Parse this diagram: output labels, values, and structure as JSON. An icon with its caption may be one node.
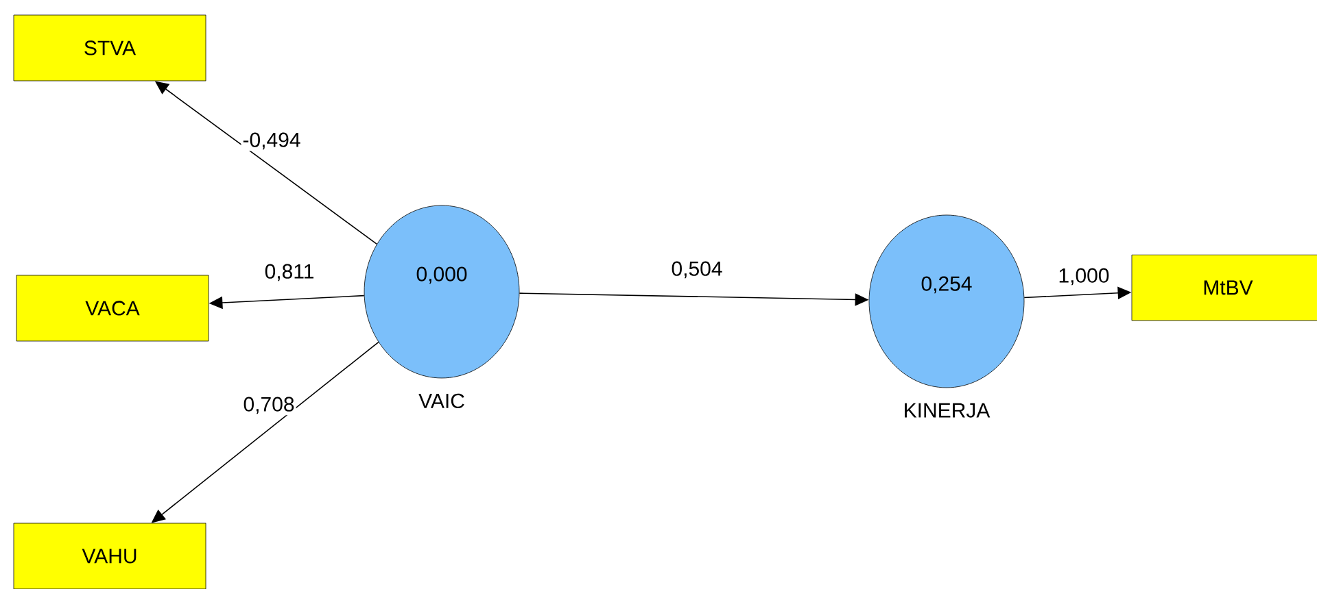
{
  "diagram": {
    "nodes": [
      {
        "text": [
          "STVA"
        ]
      },
      {
        "text": [
          "VACA"
        ]
      },
      {
        "text": [
          "0,000"
        ],
        "beside": [
          "VAIC"
        ]
      },
      {
        "text": [
          "0,254"
        ],
        "beside": [
          "KINERJA"
        ]
      },
      {
        "text": [
          "MtBV"
        ]
      },
      {
        "text": [
          "VAHU"
        ]
      }
    ],
    "edges": [
      {
        "from": 2,
        "to": 0,
        "arrow": "to",
        "label": "-0,494"
      },
      {
        "from": 2,
        "to": 1,
        "arrow": "to",
        "label": "0,811"
      },
      {
        "from": 2,
        "to": 5,
        "arrow": "to",
        "label": "0,708"
      },
      {
        "from": 2,
        "to": 3,
        "arrow": "to",
        "label": "0,504"
      },
      {
        "from": 3,
        "to": 4,
        "arrow": "to",
        "label": "1,000"
      }
    ]
  }
}
